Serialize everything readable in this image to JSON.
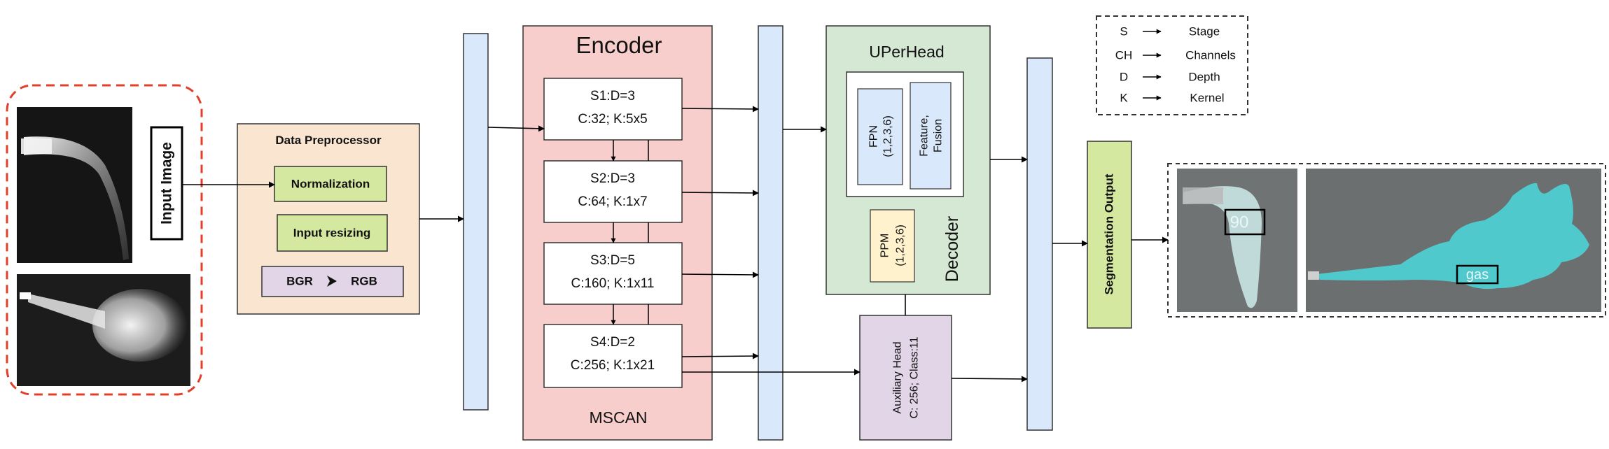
{
  "input_image": {
    "label": "Input Image"
  },
  "preprocessor": {
    "title": "Data Preprocessor",
    "normalization": "Normalization",
    "resizing": "Input resizing",
    "bgr": "BGR",
    "rgb": "RGB"
  },
  "encoder": {
    "title": "Encoder",
    "footer": "MSCAN",
    "stages": [
      {
        "line1": "S1:D=3",
        "line2": "C:32; K:5x5"
      },
      {
        "line1": "S2:D=3",
        "line2": "C:64; K:1x7"
      },
      {
        "line1": "S3:D=5",
        "line2": "C:160; K:1x11"
      },
      {
        "line1": "S4:D=2",
        "line2": "C:256; K:1x21"
      }
    ]
  },
  "decoder": {
    "head": "UPerHead",
    "fpn_1": "FPN",
    "fpn_2": "(1,2,3,6)",
    "fusion_1": "Feature,",
    "fusion_2": "Fusion",
    "ppm_1": "PPM",
    "ppm_2": "(1,2,3,6)",
    "label": "Decoder"
  },
  "auxiliary": {
    "line1": "Auxiliary Head",
    "line2": "C: 256; Class:11"
  },
  "output": {
    "label": "Segmentation Output"
  },
  "legend": [
    {
      "key": "S",
      "value": "Stage"
    },
    {
      "key": "CH",
      "value": "Channels"
    },
    {
      "key": "D",
      "value": "Depth"
    },
    {
      "key": "K",
      "value": "Kernel"
    }
  ],
  "result_labels": {
    "left": "90",
    "right": "gas"
  },
  "colors": {
    "connector_blue": "#dae8fc",
    "encoder_red": "#f8cecc",
    "decoder_green": "#d5e8d4",
    "preprocessor_orange": "#fae6d0",
    "step_green": "#d5e8a0",
    "bgr_purple": "#e1d5e7",
    "ppm_yellow": "#fff2cc",
    "dashed_red": "#e0402a",
    "segment_cyan": "#4ed3d6"
  }
}
